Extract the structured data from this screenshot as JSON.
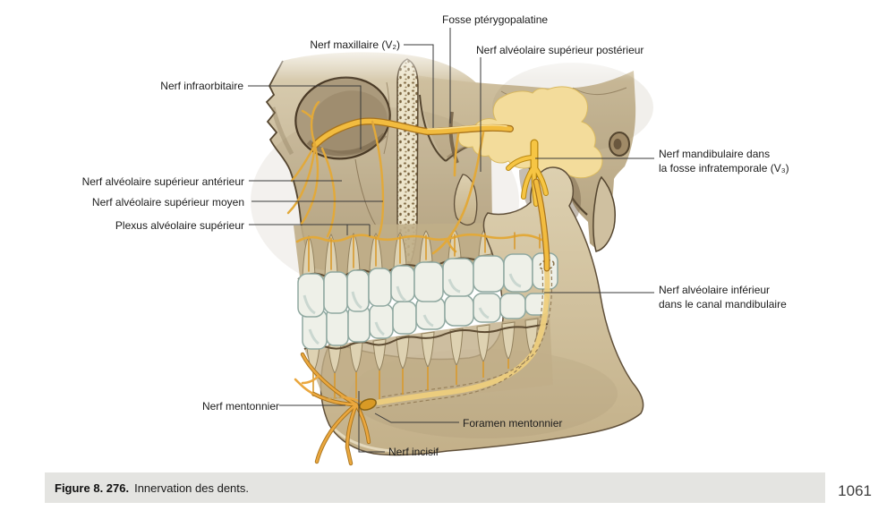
{
  "figure": {
    "caption_label": "Figure 8. 276.",
    "caption_text": "Innervation des dents.",
    "page_number": "1061"
  },
  "labels": {
    "fosse_pterygopalatine": "Fosse ptérygopalatine",
    "nerf_maxillaire": "Nerf maxillaire (V₂)",
    "nerf_alveolaire_sup_posterieur": "Nerf alvéolaire supérieur postérieur",
    "nerf_infraorbitaire": "Nerf infraorbitaire",
    "nerf_mandibulaire_line1": "Nerf mandibulaire dans",
    "nerf_mandibulaire_line2": "la fosse infratemporale (V₃)",
    "nerf_alveolaire_sup_anterieur": "Nerf alvéolaire supérieur antérieur",
    "nerf_alveolaire_sup_moyen": "Nerf alvéolaire supérieur moyen",
    "plexus_alveolaire_superieur": "Plexus alvéolaire supérieur",
    "nerf_alveolaire_inf_line1": "Nerf alvéolaire inférieur",
    "nerf_alveolaire_inf_line2": "dans le canal mandibulaire",
    "nerf_mentonnier": "Nerf mentonnier",
    "foramen_mentonnier": "Foramen mentonnier",
    "nerf_incisif": "Nerf incisif"
  },
  "colors": {
    "nerve_yellow": "#f2bc3f",
    "nerve_pale": "#f3dc9b",
    "bone_light": "#d9cdb0",
    "bone_dark": "#b7a582",
    "teeth": "#eef0e8",
    "caption_bar": "#e4e4e1",
    "leader_line": "#3a3a3a"
  }
}
